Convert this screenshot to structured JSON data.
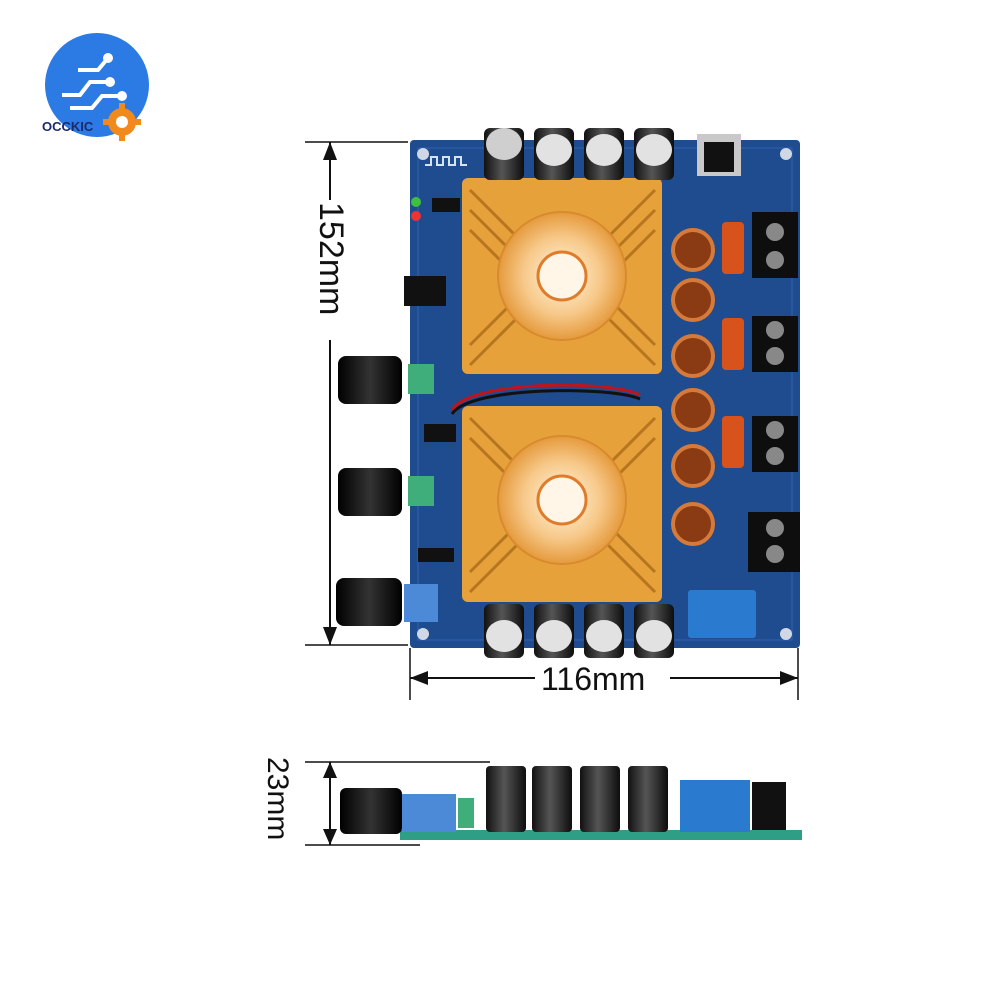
{
  "brand": {
    "logo_text": "OCCKIC"
  },
  "dimensions": {
    "height": "152mm",
    "width": "116mm",
    "thickness": "23mm"
  },
  "colors": {
    "pcb_blue": "#1f4b8f",
    "heatsink_orange": "#e6a13a",
    "logo_blue": "#2c7be5",
    "gear_orange": "#f08a1c"
  },
  "components": {
    "knobs": 3,
    "fans": 2,
    "capacitors": 8,
    "inductors": 6,
    "terminal_blocks": 4
  }
}
